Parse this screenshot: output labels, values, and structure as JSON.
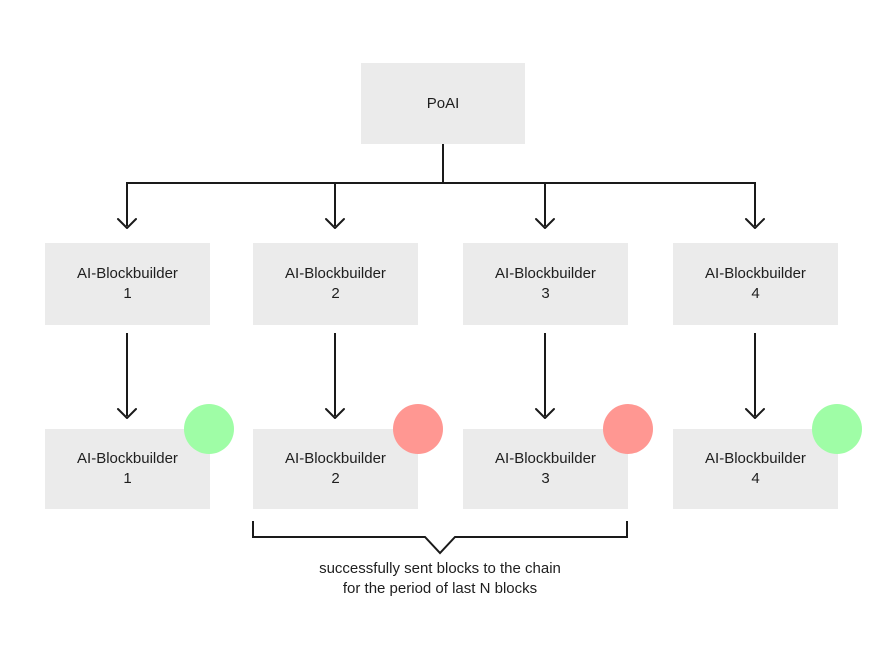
{
  "diagram": {
    "root_node": {
      "label": "PoAI"
    },
    "level2_nodes": [
      {
        "name": "AI-Blockbuilder",
        "number": "1"
      },
      {
        "name": "AI-Blockbuilder",
        "number": "2"
      },
      {
        "name": "AI-Blockbuilder",
        "number": "3"
      },
      {
        "name": "AI-Blockbuilder",
        "number": "4"
      }
    ],
    "level3_nodes": [
      {
        "name": "AI-Blockbuilder",
        "number": "1",
        "status": "success",
        "status_color": "#9ffda6"
      },
      {
        "name": "AI-Blockbuilder",
        "number": "2",
        "status": "failure",
        "status_color": "#ff9792"
      },
      {
        "name": "AI-Blockbuilder",
        "number": "3",
        "status": "failure",
        "status_color": "#ff9792"
      },
      {
        "name": "AI-Blockbuilder",
        "number": "4",
        "status": "success",
        "status_color": "#9ffda6"
      }
    ],
    "annotation": {
      "line1": "successfully sent blocks to the chain",
      "line2": "for the period of last N blocks"
    },
    "colors": {
      "node_background": "#ebebeb",
      "connector": "#1a1a1a",
      "success_indicator": "#9ffda6",
      "failure_indicator": "#ff9792",
      "text": "#1e1e1e",
      "page_background": "#ffffff"
    }
  }
}
